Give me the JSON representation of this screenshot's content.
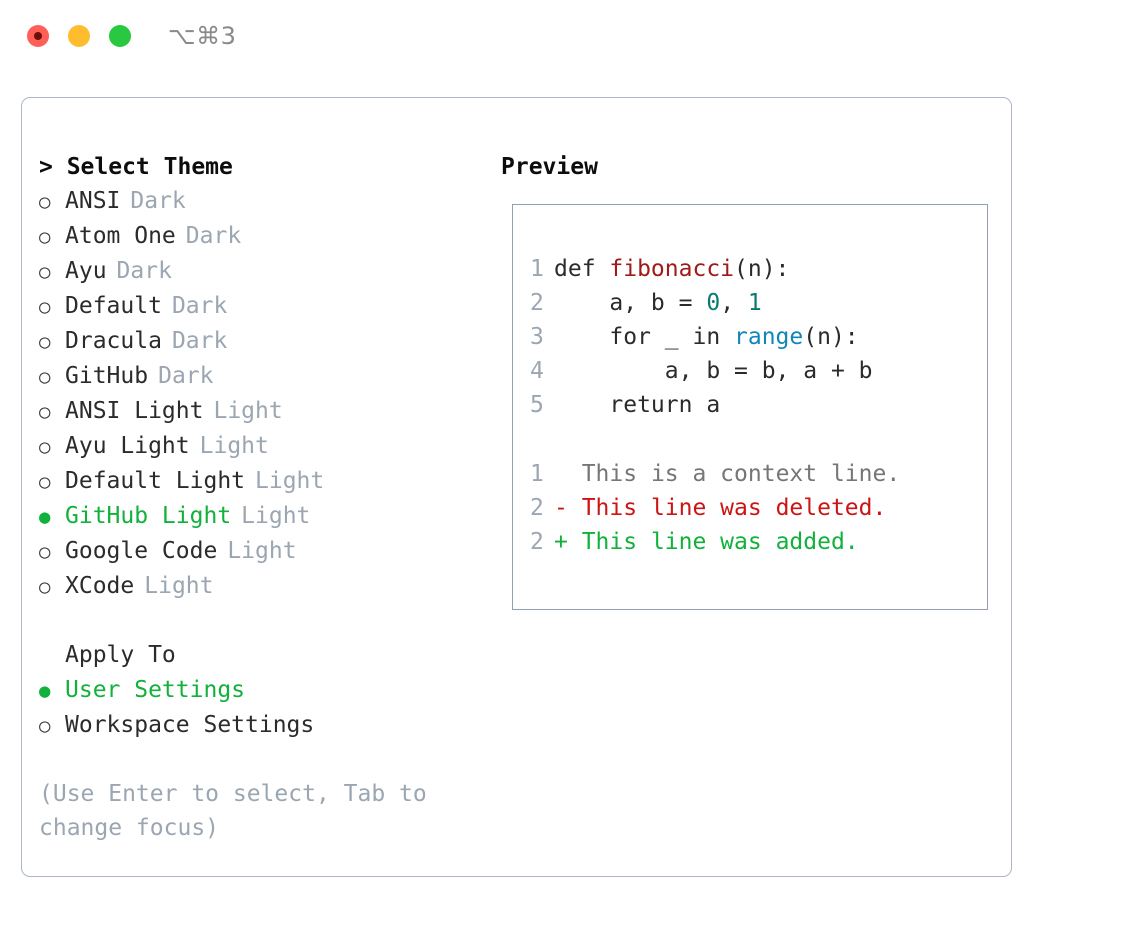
{
  "titlebar": {
    "shortcut": "⌥⌘3",
    "buttons": [
      {
        "name": "close",
        "color": "#ff5f57"
      },
      {
        "name": "minimize",
        "color": "#febc2e"
      },
      {
        "name": "maximize",
        "color": "#28c840"
      }
    ]
  },
  "theme_panel": {
    "header": "> Select Theme",
    "selected_theme": "GitHub Light",
    "items": [
      {
        "marker": "○",
        "label": "ANSI",
        "variant": "Dark",
        "selected": false
      },
      {
        "marker": "○",
        "label": "Atom One",
        "variant": "Dark",
        "selected": false
      },
      {
        "marker": "○",
        "label": "Ayu",
        "variant": "Dark",
        "selected": false
      },
      {
        "marker": "○",
        "label": "Default",
        "variant": "Dark",
        "selected": false
      },
      {
        "marker": "○",
        "label": "Dracula",
        "variant": "Dark",
        "selected": false
      },
      {
        "marker": "○",
        "label": "GitHub",
        "variant": "Dark",
        "selected": false
      },
      {
        "marker": "○",
        "label": "ANSI Light",
        "variant": "Light",
        "selected": false
      },
      {
        "marker": "○",
        "label": "Ayu Light",
        "variant": "Light",
        "selected": false
      },
      {
        "marker": "○",
        "label": "Default Light",
        "variant": "Light",
        "selected": false
      },
      {
        "marker": "●",
        "label": "GitHub Light",
        "variant": "Light",
        "selected": true
      },
      {
        "marker": "○",
        "label": "Google Code",
        "variant": "Light",
        "selected": false
      },
      {
        "marker": "○",
        "label": "XCode",
        "variant": "Light",
        "selected": false
      }
    ]
  },
  "apply_to": {
    "header": "Apply To",
    "selected": "User Settings",
    "items": [
      {
        "marker": "●",
        "label": "User Settings",
        "selected": true
      },
      {
        "marker": "○",
        "label": "Workspace Settings",
        "selected": false
      }
    ]
  },
  "hint": "(Use Enter to select, Tab to change focus)",
  "preview": {
    "title": "Preview",
    "code_lines": [
      {
        "num": "1",
        "tokens": [
          {
            "text": "def ",
            "type": "keyword"
          },
          {
            "text": "fibonacci",
            "type": "function"
          },
          {
            "text": "(n):",
            "type": "plain"
          }
        ]
      },
      {
        "num": "2",
        "tokens": [
          {
            "text": "    a, b = ",
            "type": "plain"
          },
          {
            "text": "0",
            "type": "number"
          },
          {
            "text": ", ",
            "type": "plain"
          },
          {
            "text": "1",
            "type": "number"
          }
        ]
      },
      {
        "num": "3",
        "tokens": [
          {
            "text": "    for _ in ",
            "type": "plain"
          },
          {
            "text": "range",
            "type": "builtin"
          },
          {
            "text": "(n):",
            "type": "plain"
          }
        ]
      },
      {
        "num": "4",
        "tokens": [
          {
            "text": "        a, b = b, a + b",
            "type": "plain"
          }
        ]
      },
      {
        "num": "5",
        "tokens": [
          {
            "text": "    return a",
            "type": "plain"
          }
        ]
      }
    ],
    "diff_lines": [
      {
        "num": "1",
        "sign": " ",
        "text": " This is a context line.",
        "type": "context"
      },
      {
        "num": "2",
        "sign": "-",
        "text": " This line was deleted.",
        "type": "deleted"
      },
      {
        "num": "2",
        "sign": "+",
        "text": " This line was added.",
        "type": "added"
      }
    ]
  },
  "colors": {
    "accent_green": "#12b13c",
    "muted_gray": "#9ba6b2",
    "diff_add": "#12b13c",
    "diff_del": "#cc1414",
    "syntax_function": "#a01a1a",
    "syntax_number": "#0a7a70",
    "syntax_builtin": "#1186b8",
    "border": "#aeb7c4"
  }
}
